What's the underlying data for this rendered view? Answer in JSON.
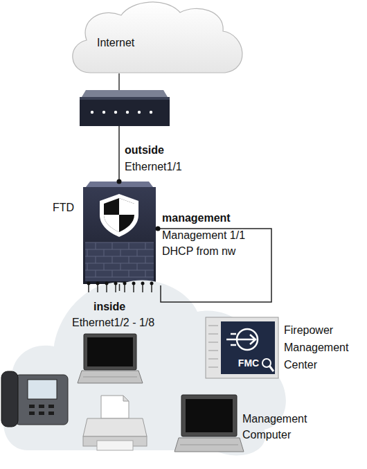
{
  "diagram": {
    "nodes": [
      {
        "text": [
          "Internet"
        ]
      },
      {
        "text": [
          "FTD"
        ]
      },
      {
        "text": [
          "inside",
          "Ethernet1/2 - 1/8"
        ]
      },
      {
        "text": [
          "FMC",
          "Firepower Management Center"
        ],
        "in": 2
      },
      {
        "text": [
          "Management Computer"
        ],
        "in": 2
      }
    ],
    "edges": [
      {
        "from": 1,
        "to": 2,
        "arrow": "none"
      }
    ],
    "labels": [
      "outside",
      "Ethernet1/1",
      "management",
      "Management 1/1",
      "DHCP from nw"
    ]
  }
}
